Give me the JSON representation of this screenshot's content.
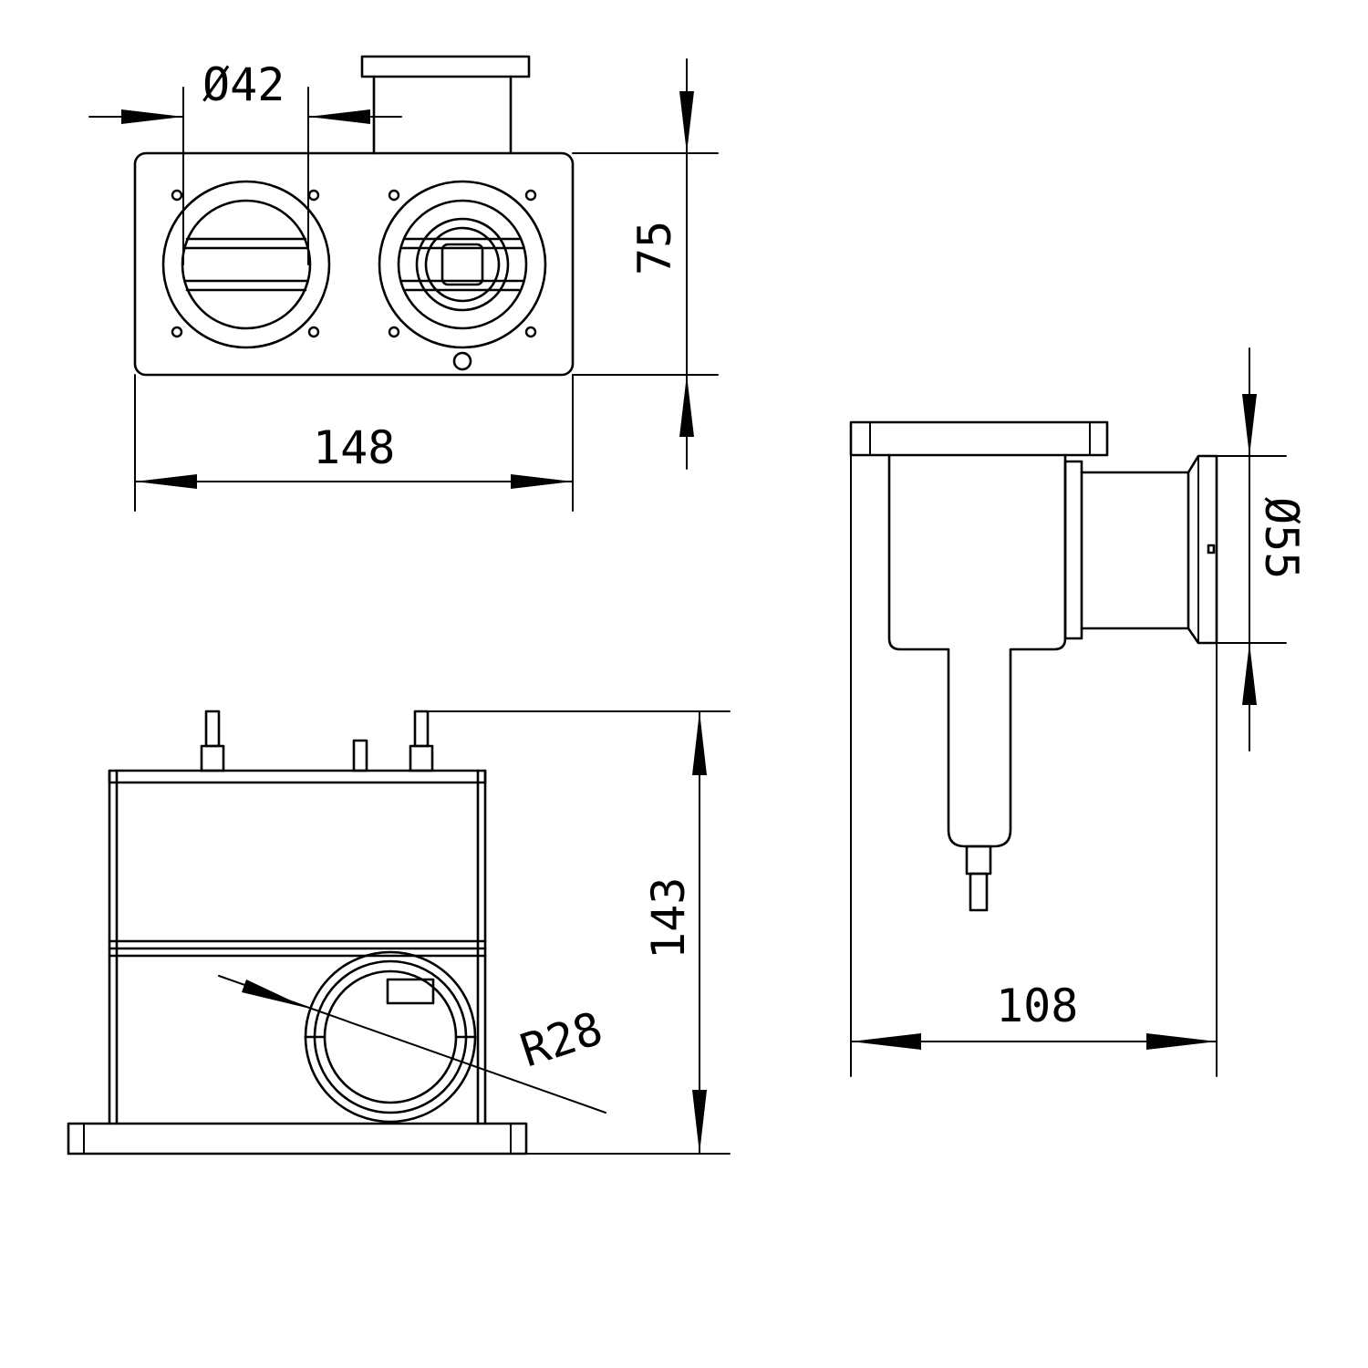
{
  "drawing": {
    "dimensions": {
      "flange_diameter": "Ø42",
      "front_width": "148",
      "front_height": "75",
      "inlet_diameter": "Ø55",
      "side_depth": "108",
      "overall_height": "143",
      "inlet_radius": "R28"
    }
  },
  "colors": {
    "line": "#000000",
    "background": "#ffffff"
  }
}
